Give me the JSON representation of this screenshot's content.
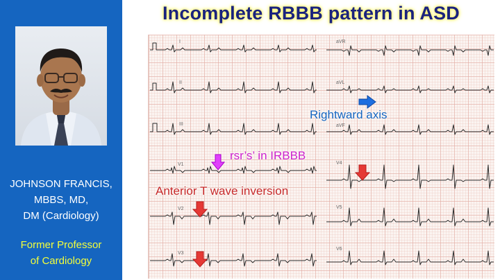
{
  "title": "Incomplete RBBB pattern in ASD",
  "presenter": {
    "name_lines": [
      "JOHNSON FRANCIS,",
      "MBBS, MD,",
      "DM (Cardiology)"
    ],
    "role_lines": [
      "Former Professor",
      "of Cardiology"
    ]
  },
  "ecg": {
    "left_leads": [
      "I",
      "II",
      "III",
      "V1",
      "V2",
      "V3"
    ],
    "right_leads": [
      "aVR",
      "aVL",
      "aVF",
      "V4",
      "V5",
      "V6"
    ]
  },
  "annotations": {
    "rightward_axis": "Rightward axis",
    "rsr_in_irbbb": "rsr’s’ in IRBBB",
    "anterior_t_wave": "Anterior T wave inversion"
  },
  "colors": {
    "sidebar": "#1565c0",
    "title_text": "#1a237e",
    "title_glow": "#fff67a",
    "role_text": "#f4ff3a",
    "axis_annotation": "#1565c0",
    "rsr_annotation": "#cc22cc",
    "t_wave_annotation": "#c62828"
  },
  "icons": {
    "blue_arrow": "arrow-right-icon",
    "magenta_arrow": "arrow-down-icon",
    "red_arrows": "arrow-down-icon"
  }
}
